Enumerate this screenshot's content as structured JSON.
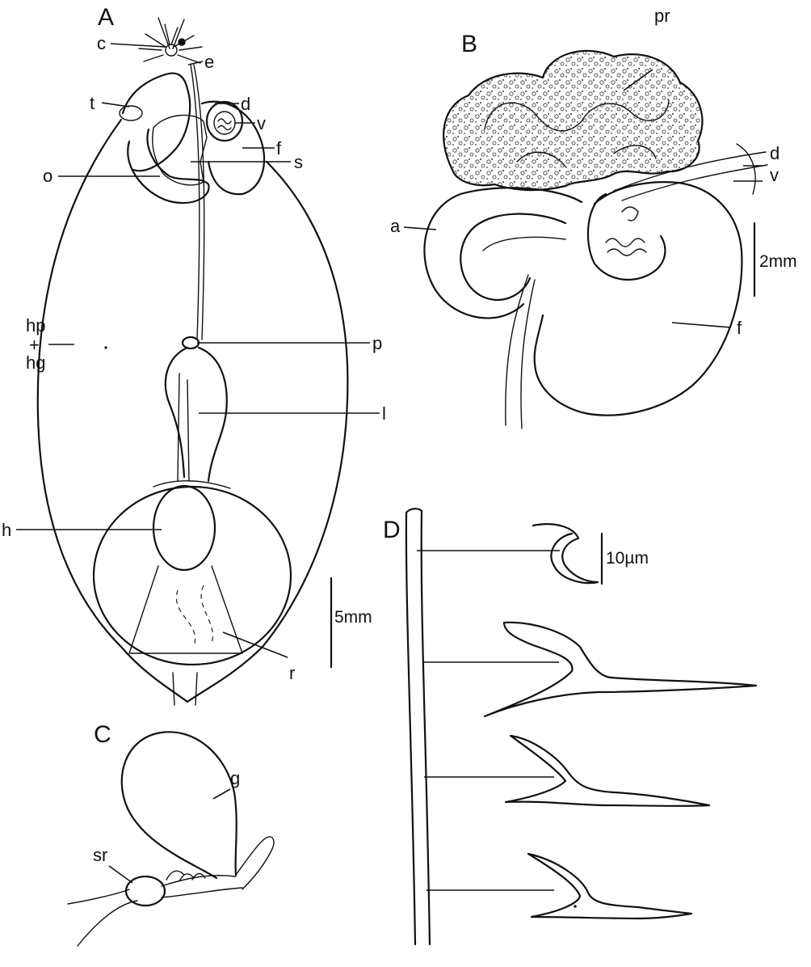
{
  "panels": {
    "A": {
      "title": "A",
      "labels": {
        "c": "c",
        "e": "e",
        "t": "t",
        "d": "d",
        "v": "v",
        "f": "f",
        "o": "o",
        "s": "s",
        "hp": "hp",
        "plus": "+",
        "hg": "hg",
        "p": "p",
        "l": "l",
        "h": "h",
        "r": "r"
      },
      "scale": "5mm"
    },
    "B": {
      "title": "B",
      "labels": {
        "pr": "pr",
        "d": "d",
        "v": "v",
        "a": "a",
        "f": "f"
      },
      "scale": "2mm"
    },
    "C": {
      "title": "C",
      "labels": {
        "g": "g",
        "sr": "sr"
      }
    },
    "D": {
      "title": "D",
      "scale": "10µm"
    }
  },
  "colors": {
    "ink": "#111111",
    "paper": "#ffffff"
  }
}
